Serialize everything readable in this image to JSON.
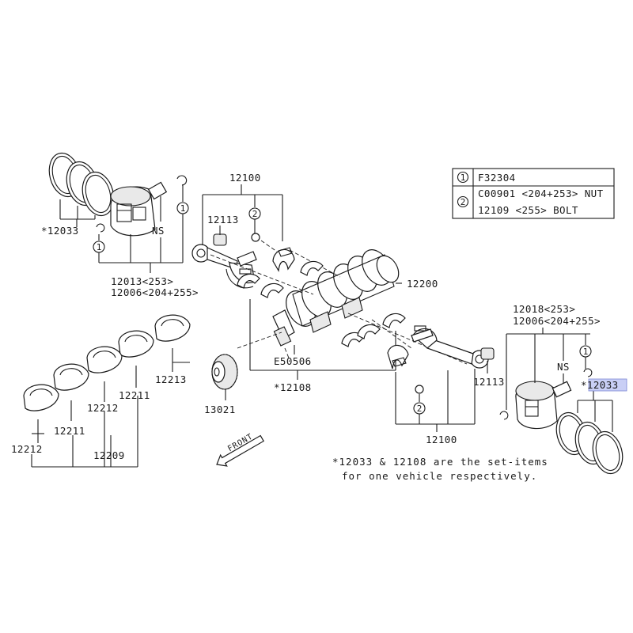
{
  "legend": {
    "rows": [
      {
        "marker": "1",
        "text": "F32304"
      },
      {
        "marker": "2",
        "text": "C00901 <204+253> NUT"
      },
      {
        "marker": "",
        "text": "12109  <255> BOLT"
      }
    ]
  },
  "labels": {
    "rings_left": "*12033",
    "piston_left_a": "12013<253>",
    "piston_left_b": "12006<204+255>",
    "ns_left": "NS",
    "rod_left_group": "12100",
    "rod_left_bushing": "12113",
    "crankshaft": "12200",
    "key": "E50506",
    "crank_set": "*12108",
    "sprocket": "13021",
    "bearing_a": "12213",
    "bearing_b": "12211",
    "bearing_c": "12212",
    "bearing_d": "12211",
    "bearing_e": "12212",
    "bearing_group": "12209",
    "piston_right_a": "12018<253>",
    "piston_right_b": "12006<204+255>",
    "ns_right": "NS",
    "rings_right": "*12033",
    "rod_right_bushing": "12113",
    "rod_right_group": "12100",
    "front": "FRONT"
  },
  "markers": {
    "one": "1",
    "two": "2"
  },
  "note": {
    "line1": "*12033 & 12108 are the set-items",
    "line2": "for one vehicle respectively."
  }
}
